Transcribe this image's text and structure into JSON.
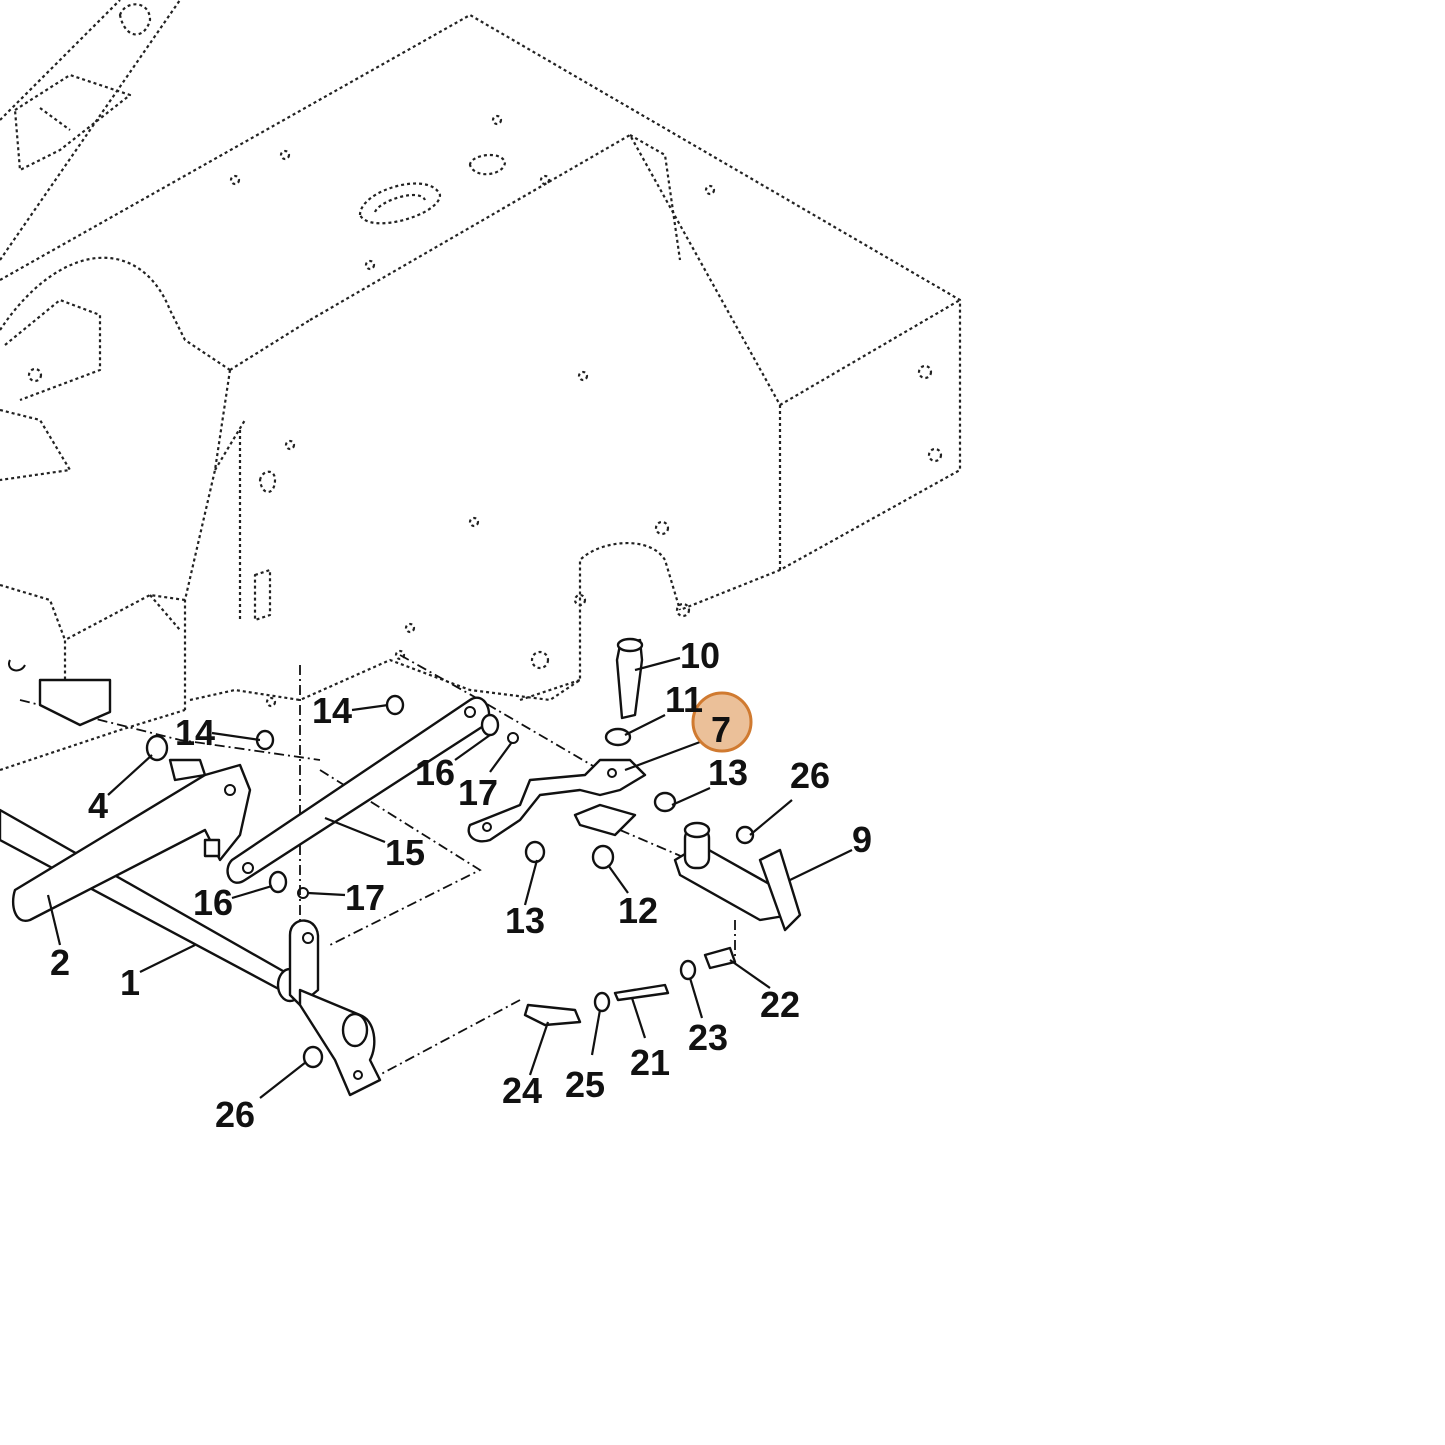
{
  "diagram": {
    "callouts": [
      {
        "id": "c1",
        "text": "1"
      },
      {
        "id": "c2",
        "text": "2"
      },
      {
        "id": "c4",
        "text": "4"
      },
      {
        "id": "c7",
        "text": "7",
        "highlighted": true
      },
      {
        "id": "c9",
        "text": "9"
      },
      {
        "id": "c10",
        "text": "10"
      },
      {
        "id": "c11",
        "text": "11"
      },
      {
        "id": "c12",
        "text": "12"
      },
      {
        "id": "c13a",
        "text": "13"
      },
      {
        "id": "c13b",
        "text": "13"
      },
      {
        "id": "c14a",
        "text": "14"
      },
      {
        "id": "c14b",
        "text": "14"
      },
      {
        "id": "c15",
        "text": "15"
      },
      {
        "id": "c16a",
        "text": "16"
      },
      {
        "id": "c16b",
        "text": "16"
      },
      {
        "id": "c17a",
        "text": "17"
      },
      {
        "id": "c17b",
        "text": "17"
      },
      {
        "id": "c21",
        "text": "21"
      },
      {
        "id": "c22",
        "text": "22"
      },
      {
        "id": "c23",
        "text": "23"
      },
      {
        "id": "c24",
        "text": "24"
      },
      {
        "id": "c25",
        "text": "25"
      },
      {
        "id": "c26a",
        "text": "26"
      },
      {
        "id": "c26b",
        "text": "26"
      }
    ],
    "highlight_color": "#d07a30",
    "line_color": "#111111",
    "background": "#ffffff"
  }
}
